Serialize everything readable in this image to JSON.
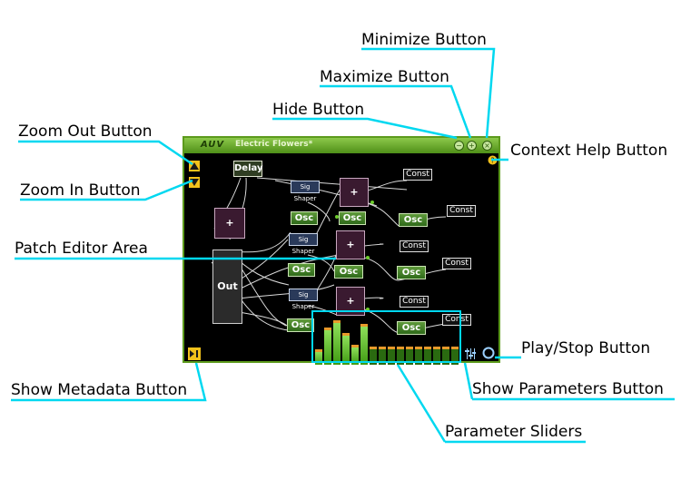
{
  "callouts": {
    "minimize": "Minimize Button",
    "maximize": "Maximize Button",
    "hide": "Hide Button",
    "zoom_out": "Zoom Out Button",
    "context_help": "Context Help Button",
    "zoom_in": "Zoom In Button",
    "patch_editor": "Patch Editor Area",
    "play_stop": "Play/Stop Button",
    "show_metadata": "Show Metadata Button",
    "show_parameters": "Show Parameters Button",
    "parameter_sliders": "Parameter Sliders"
  },
  "window": {
    "logo": "AUV",
    "title": "Electric Flowers*",
    "hide_symbol": "−",
    "maximize_symbol": "+",
    "minimize_symbol": "×",
    "help_symbol": "?"
  },
  "nodes": {
    "delay": "Delay",
    "plus": "+",
    "out": "Out",
    "osc": "Osc",
    "const": "Const",
    "sig_shaper": "Sig Shaper"
  },
  "sliders": {
    "levels": [
      0.25,
      0.7,
      0.85,
      0.6,
      0.35,
      0.78,
      0.32,
      0.32,
      0.32,
      0.32,
      0.32,
      0.32,
      0.32,
      0.32,
      0.32,
      0.32
    ],
    "cap_color": "#e89a2a",
    "bar_color": "#6ccc2c"
  },
  "colors": {
    "callout_line": "#00d8f0",
    "frame": "#5c9a1c",
    "highlight": "#00d8f0"
  }
}
